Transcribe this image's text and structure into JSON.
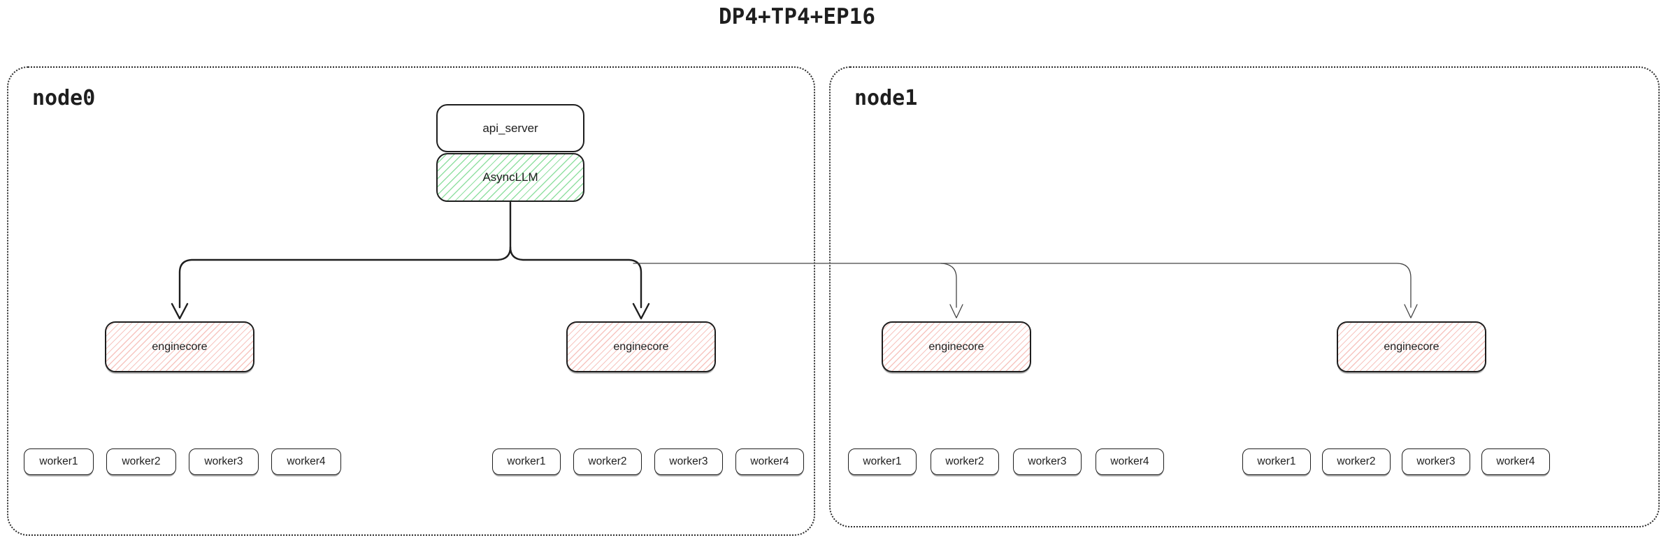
{
  "title": "DP4+TP4+EP16",
  "colors": {
    "stroke": "#1e1e1e",
    "green_hatch": "#6dd584",
    "red_hatch": "#f0968c",
    "thin_line": "#444444",
    "background": "#ffffff"
  },
  "nodes": [
    {
      "label": "node0",
      "boxes": {
        "api_server": "api_server",
        "async_llm": "AsyncLLM"
      },
      "enginecores": [
        "enginecore",
        "enginecore"
      ],
      "workers": [
        [
          "worker1",
          "worker2",
          "worker3",
          "worker4"
        ],
        [
          "worker1",
          "worker2",
          "worker3",
          "worker4"
        ]
      ]
    },
    {
      "label": "node1",
      "enginecores": [
        "enginecore",
        "enginecore"
      ],
      "workers": [
        [
          "worker1",
          "worker2",
          "worker3",
          "worker4"
        ],
        [
          "worker1",
          "worker2",
          "worker3",
          "worker4"
        ]
      ]
    }
  ]
}
